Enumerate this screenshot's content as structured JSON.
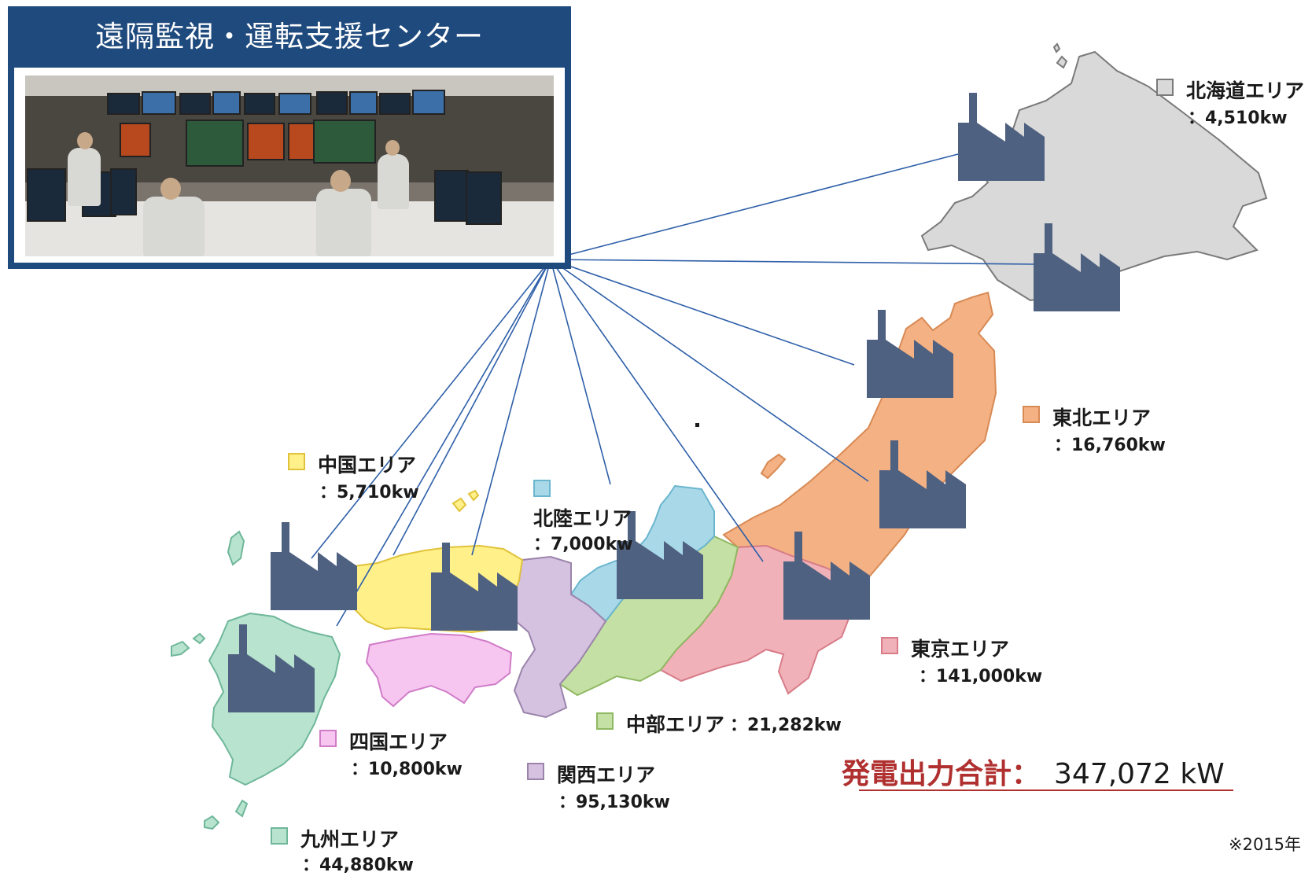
{
  "center": {
    "title": "遠隔監視・運転支援センター",
    "photo": "monitoring-room-photo"
  },
  "areas": [
    {
      "key": "hokkaido",
      "name": "北海道エリア",
      "value": "：4,510kw",
      "color": "#d9d9d9"
    },
    {
      "key": "tohoku",
      "name": "東北エリア",
      "value": "：16,760kw",
      "color": "#f4b183"
    },
    {
      "key": "tokyo",
      "name": "東京エリア",
      "value": "：141,000kw",
      "color": "#f1b1b8"
    },
    {
      "key": "chubu",
      "name": "中部エリア",
      "value": "：21,282kw",
      "color": "#c5e0a5"
    },
    {
      "key": "hokuriku",
      "name": "北陸エリア",
      "value": "：7,000kw",
      "color": "#a9d8e8"
    },
    {
      "key": "kansai",
      "name": "関西エリア",
      "value": "：95,130kw",
      "color": "#d5c1e0"
    },
    {
      "key": "chugoku",
      "name": "中国エリア",
      "value": "：5,710kw",
      "color": "#fff08a"
    },
    {
      "key": "shikoku",
      "name": "四国エリア",
      "value": "：10,800kw",
      "color": "#f7c6f0"
    },
    {
      "key": "kyushu",
      "name": "九州エリア",
      "value": "：44,880kw",
      "color": "#b8e3cf"
    }
  ],
  "total": {
    "label": "発電出力合計：",
    "value": "347,072 kW"
  },
  "note": "※2015年",
  "colors": {
    "panel": "#1f4a7d",
    "factory": "#4f6180",
    "link_line": "#2e5fa8",
    "total_accent": "#b03030"
  }
}
